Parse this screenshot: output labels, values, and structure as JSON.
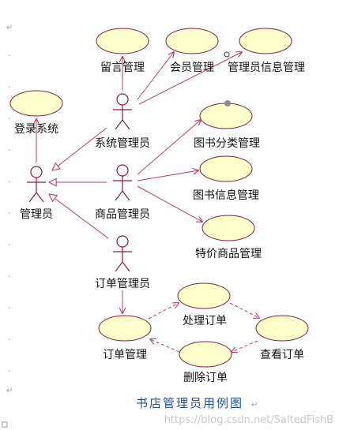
{
  "actors": {
    "admin": "管理员",
    "system_admin": "系统管理员",
    "goods_admin": "商品管理员",
    "order_admin": "订单管理员"
  },
  "usecases": {
    "login": "登录系统",
    "message": "留言管理",
    "member": "会员管理",
    "admin_info": "管理员信息管理",
    "book_category": "图书分类管理",
    "book_info": "图书信息管理",
    "special_goods": "特价商品管理",
    "order_manage": "订单管理",
    "process_order": "处理订单",
    "view_order": "查看订单",
    "delete_order": "删除订单"
  },
  "caption": "书店管理员用例图",
  "watermark": "https://blog.csdn.net/SaltedFishB",
  "colors": {
    "usecase_fill": "#ffffcc",
    "line": "#c0376a",
    "outline": "#8b1a3e",
    "caption": "#1f4e9c"
  }
}
